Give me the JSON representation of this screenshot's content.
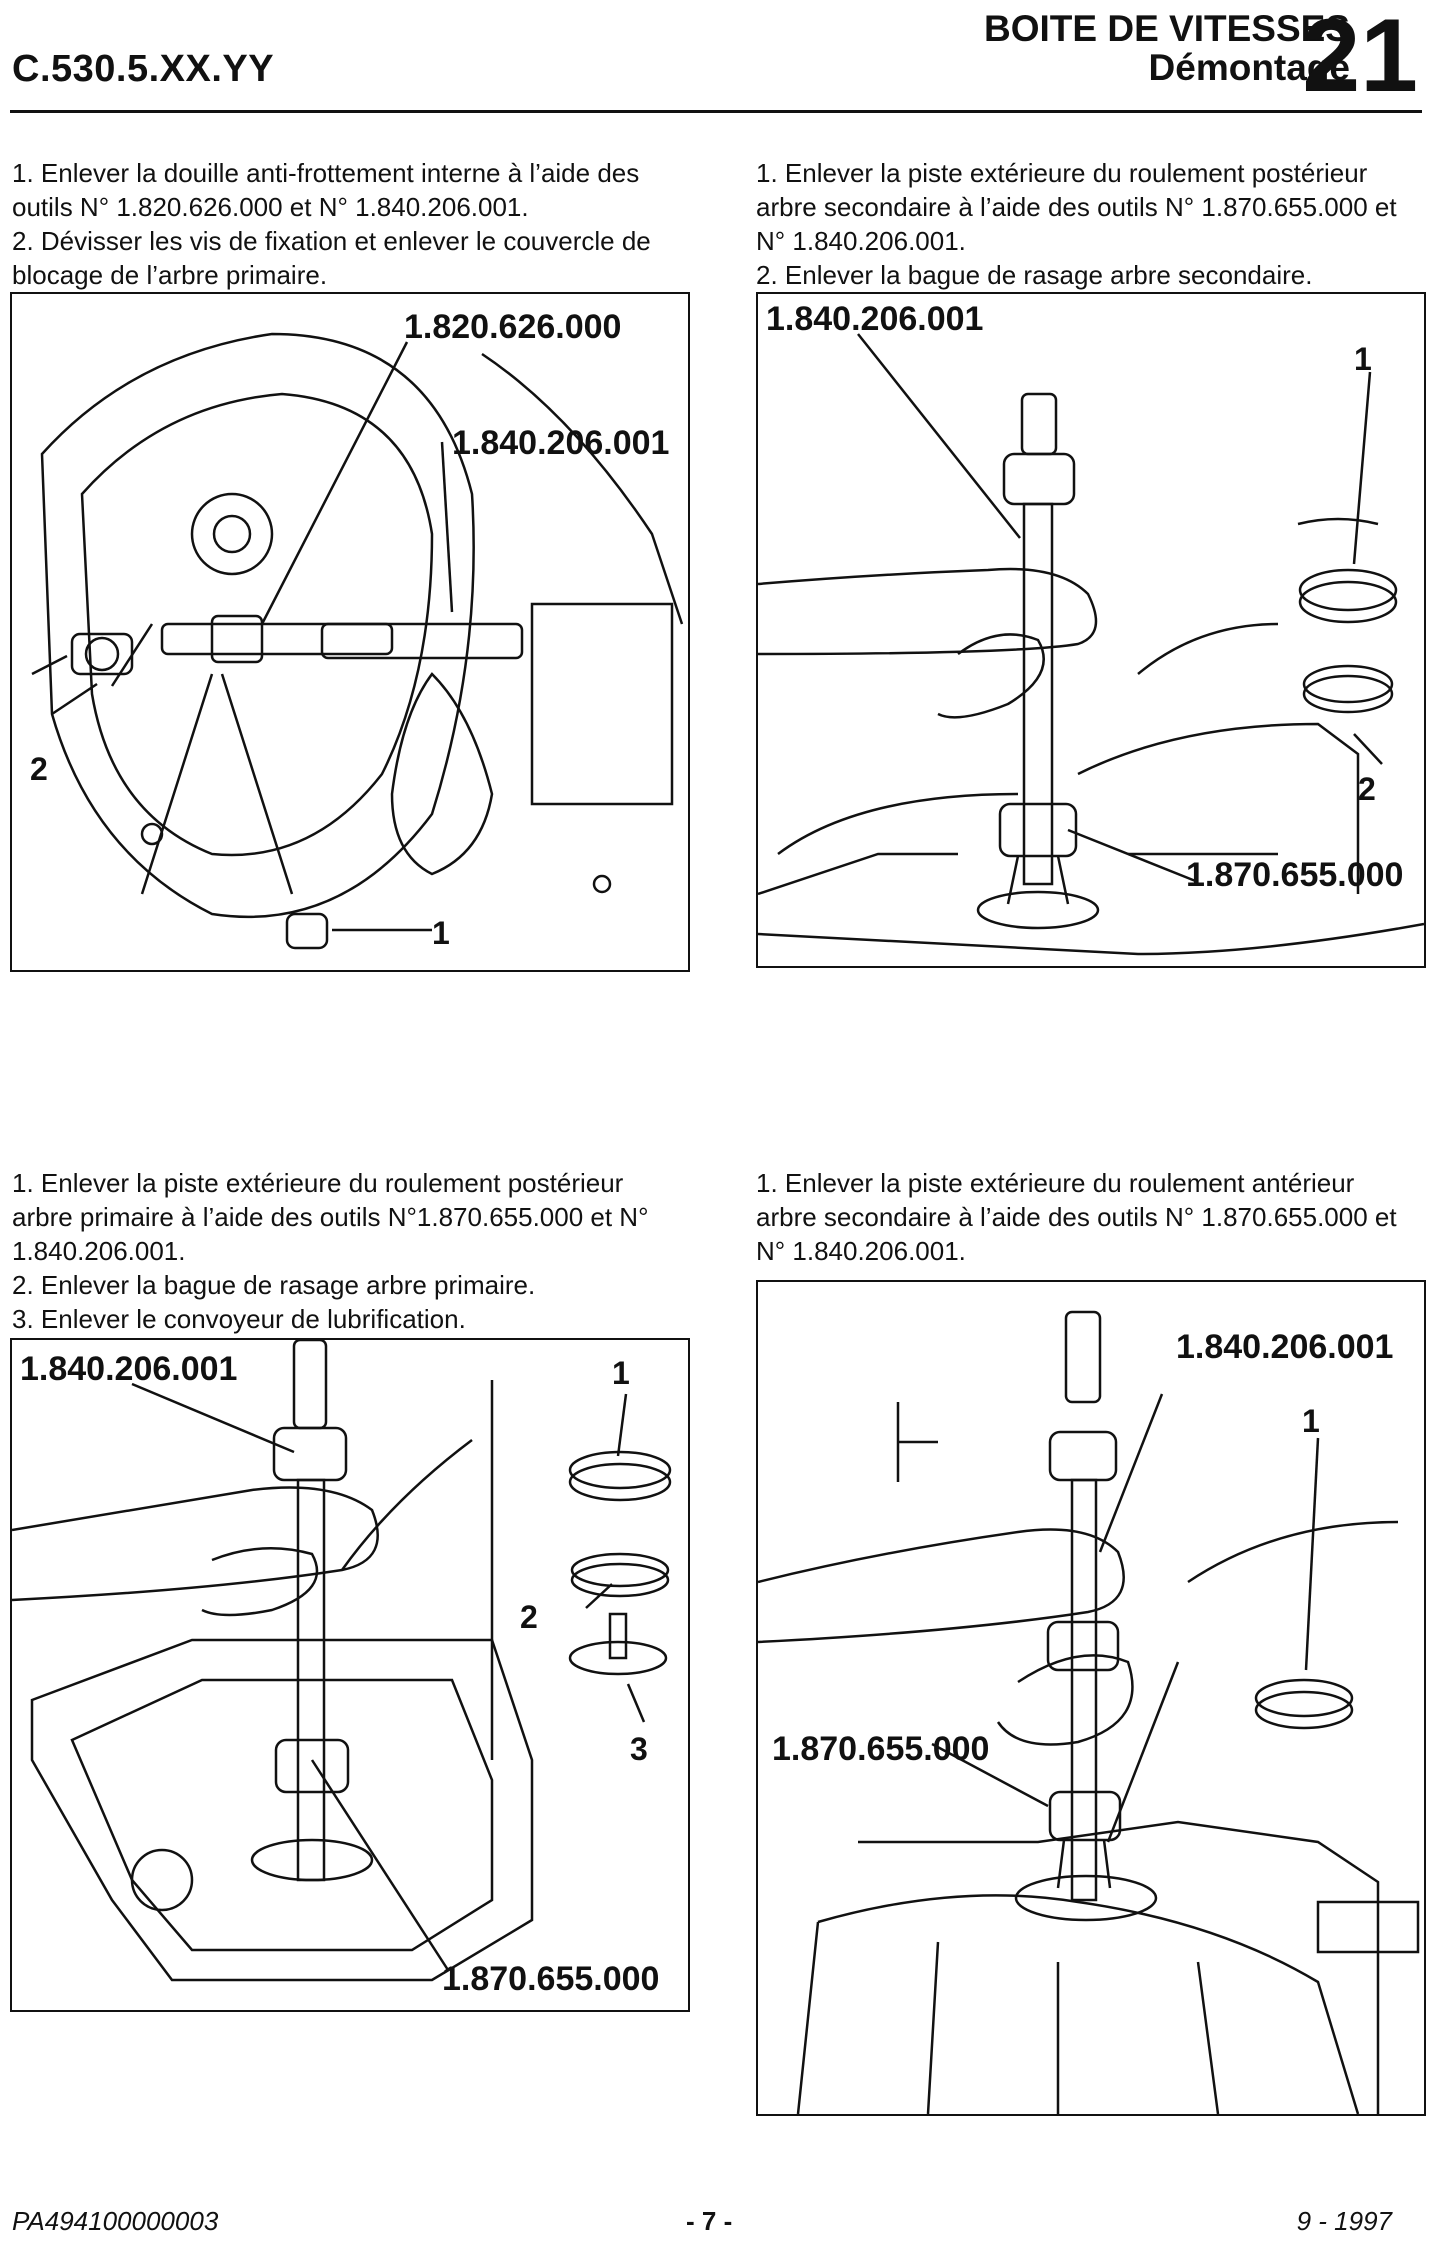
{
  "header": {
    "doc_code": "C.530.5.XX.YY",
    "title_line1": "BOITE DE VITESSES",
    "title_line2": "Démontage",
    "section_number": "21"
  },
  "panels": [
    {
      "instructions": [
        "1. Enlever la douille anti-frottement interne à l’aide des outils N° 1.820.626.000 et N° 1.840.206.001.",
        "2. Dévisser les vis de fixation et enlever le couvercle de blocage de l’arbre primaire."
      ],
      "callouts": [
        "1.820.626.000",
        "1.840.206.001",
        "2",
        "1"
      ]
    },
    {
      "instructions": [
        "1. Enlever la piste extérieure du roulement postérieur arbre secondaire à l’aide des outils N° 1.870.655.000 et N° 1.840.206.001.",
        "2. Enlever la bague de rasage arbre secondaire."
      ],
      "callouts": [
        "1.840.206.001",
        "1",
        "2",
        "1.870.655.000"
      ]
    },
    {
      "instructions": [
        "1. Enlever la piste extérieure du roulement postérieur arbre primaire à l’aide des outils N°1.870.655.000 et N° 1.840.206.001.",
        "2. Enlever la bague de rasage arbre primaire.",
        "3. Enlever le convoyeur de lubrification."
      ],
      "callouts": [
        "1.840.206.001",
        "1",
        "2",
        "3",
        "1.870.655.000"
      ]
    },
    {
      "instructions": [
        "1. Enlever la piste extérieure du roulement antérieur arbre secondaire à l’aide des outils N° 1.870.655.000 et N° 1.840.206.001."
      ],
      "callouts": [
        "1.840.206.001",
        "1",
        "1.870.655.000"
      ]
    }
  ],
  "footer": {
    "doc_id": "PA494100000003",
    "page": "- 7 -",
    "date": "9 - 1997"
  }
}
